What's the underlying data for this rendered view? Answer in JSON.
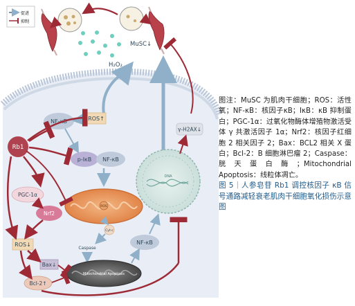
{
  "legend": {
    "items": [
      {
        "label": "促进",
        "color": "#3f6f9e"
      },
      {
        "label": "抑制",
        "color": "#a32a36"
      }
    ]
  },
  "labels": {
    "musc": "MuSC↓",
    "h2o2": "H₂O₂",
    "nfkb_top": "NF-κB",
    "ros_up": "ROS↑",
    "rb1": "Rb1",
    "pikb": "p-IκB",
    "nfkb_mid": "NF-κB",
    "pgc": "PGC-1α",
    "nrf2": "Nrf2",
    "ros_down": "ROS↓",
    "bax": "Bax↓",
    "bcl2": "Bcl-2↑",
    "cytc": "Cyt-c",
    "caspase": "Caspase",
    "mito_apop": "Mitochondrial Apoptosis",
    "nfkb_nuc": "NF-κB",
    "h2ax": "γ-H2AX↓",
    "ros_small": "ROS",
    "dna": "DNA"
  },
  "caption": {
    "body": "图注：MuSC 为肌肉干细胞；ROS：活性氧；NF-κB：核因子κB；IκB：κB 抑制蛋白；PGC-1α：过氧化物酶体增殖物激活受体 γ 共激活因子 1α；Nrf2：核因子红细胞 2 相关因子 2；Bax：BCL2 相关 X 蛋白；Bcl-2：B 细胞淋巴瘤 2；Caspase：胱天蛋白酶；Mitochondrial Apoptosis：线粒体凋亡。",
    "figure": "图 5｜人参皂苷 Rb1 调控核因子 κB 信号通路减轻衰老肌肉干细胞氧化损伤示意图"
  }
}
